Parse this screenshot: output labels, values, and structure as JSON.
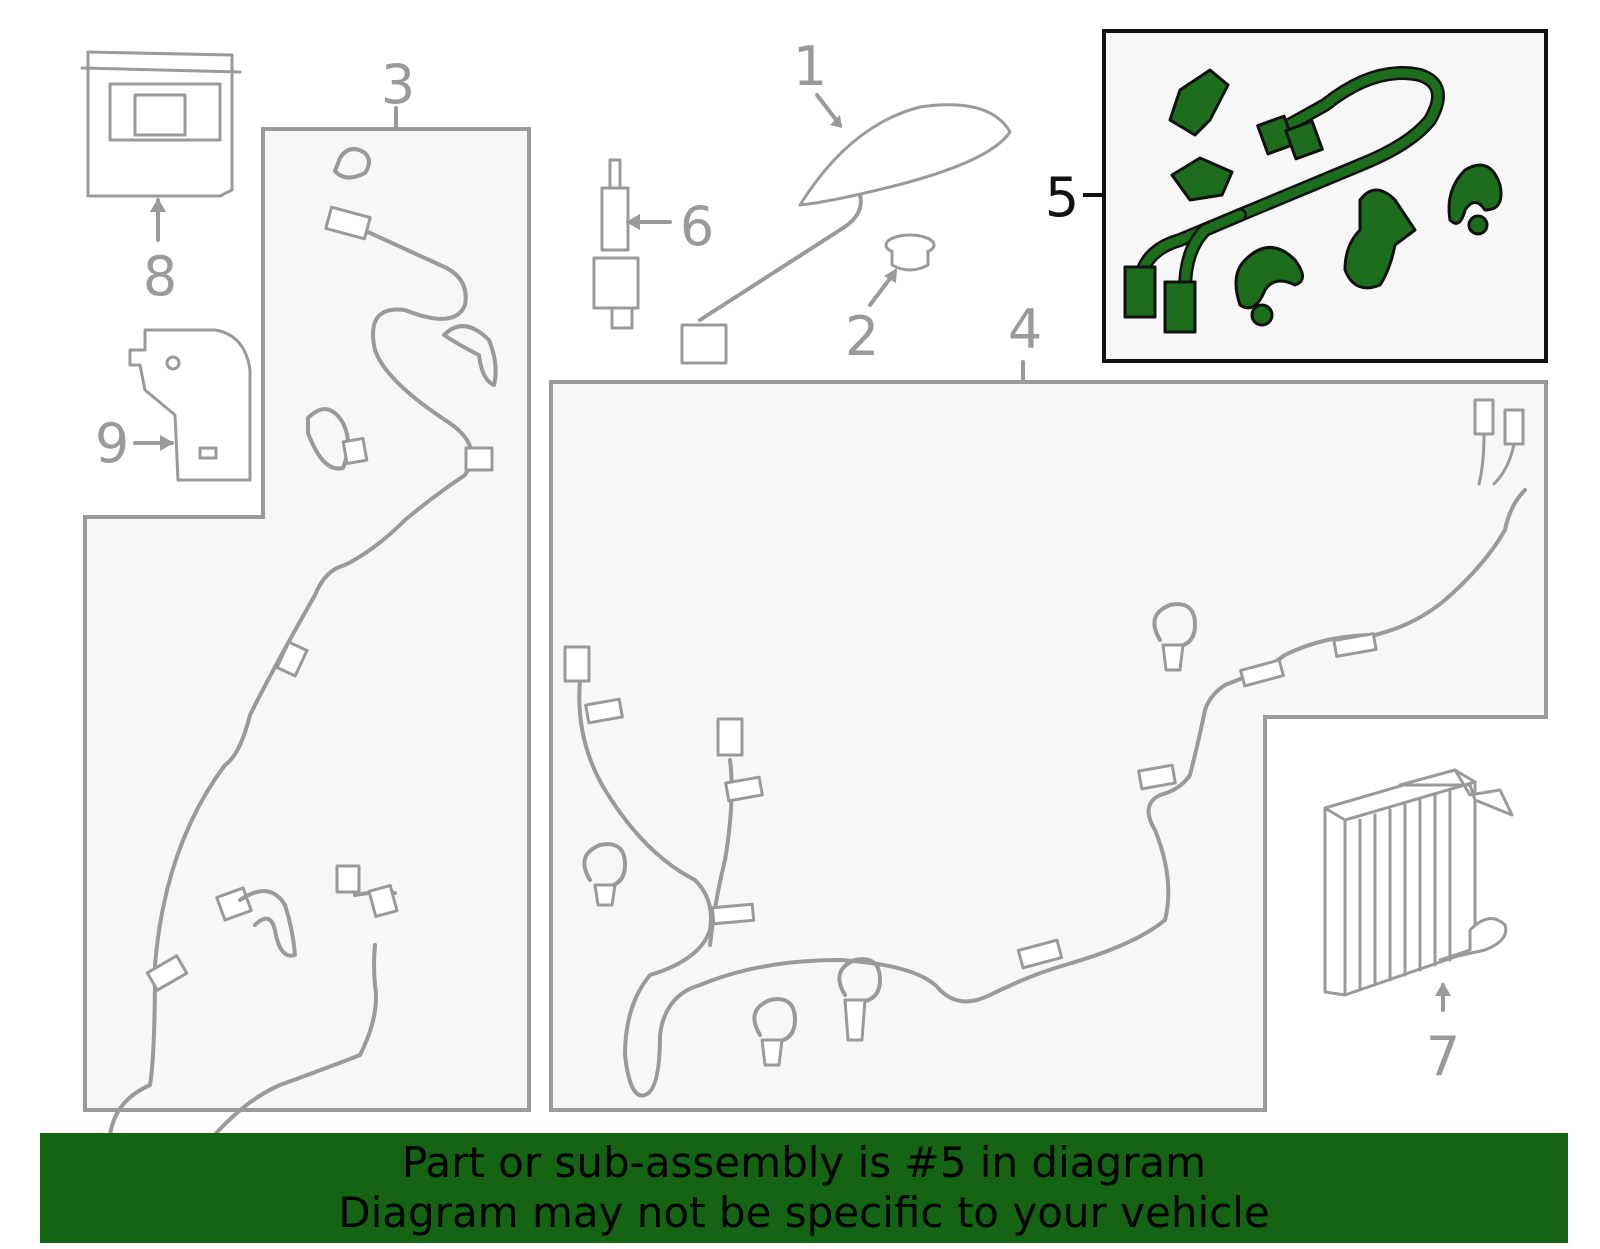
{
  "diagram": {
    "callouts": [
      {
        "id": "1",
        "label": "1"
      },
      {
        "id": "2",
        "label": "2"
      },
      {
        "id": "3",
        "label": "3"
      },
      {
        "id": "4",
        "label": "4"
      },
      {
        "id": "5",
        "label": "5"
      },
      {
        "id": "6",
        "label": "6"
      },
      {
        "id": "7",
        "label": "7"
      },
      {
        "id": "8",
        "label": "8"
      },
      {
        "id": "9",
        "label": "9"
      }
    ],
    "highlighted_part": "5",
    "colors": {
      "highlight_green": "#1c6e1c",
      "line_gray": "#9a9a9a",
      "panel_fill": "#f7f7f7",
      "banner_green": "#146414"
    }
  },
  "banner": {
    "line1": "Part or sub-assembly is #5 in diagram",
    "line2": "Diagram may not be specific to your vehicle"
  }
}
